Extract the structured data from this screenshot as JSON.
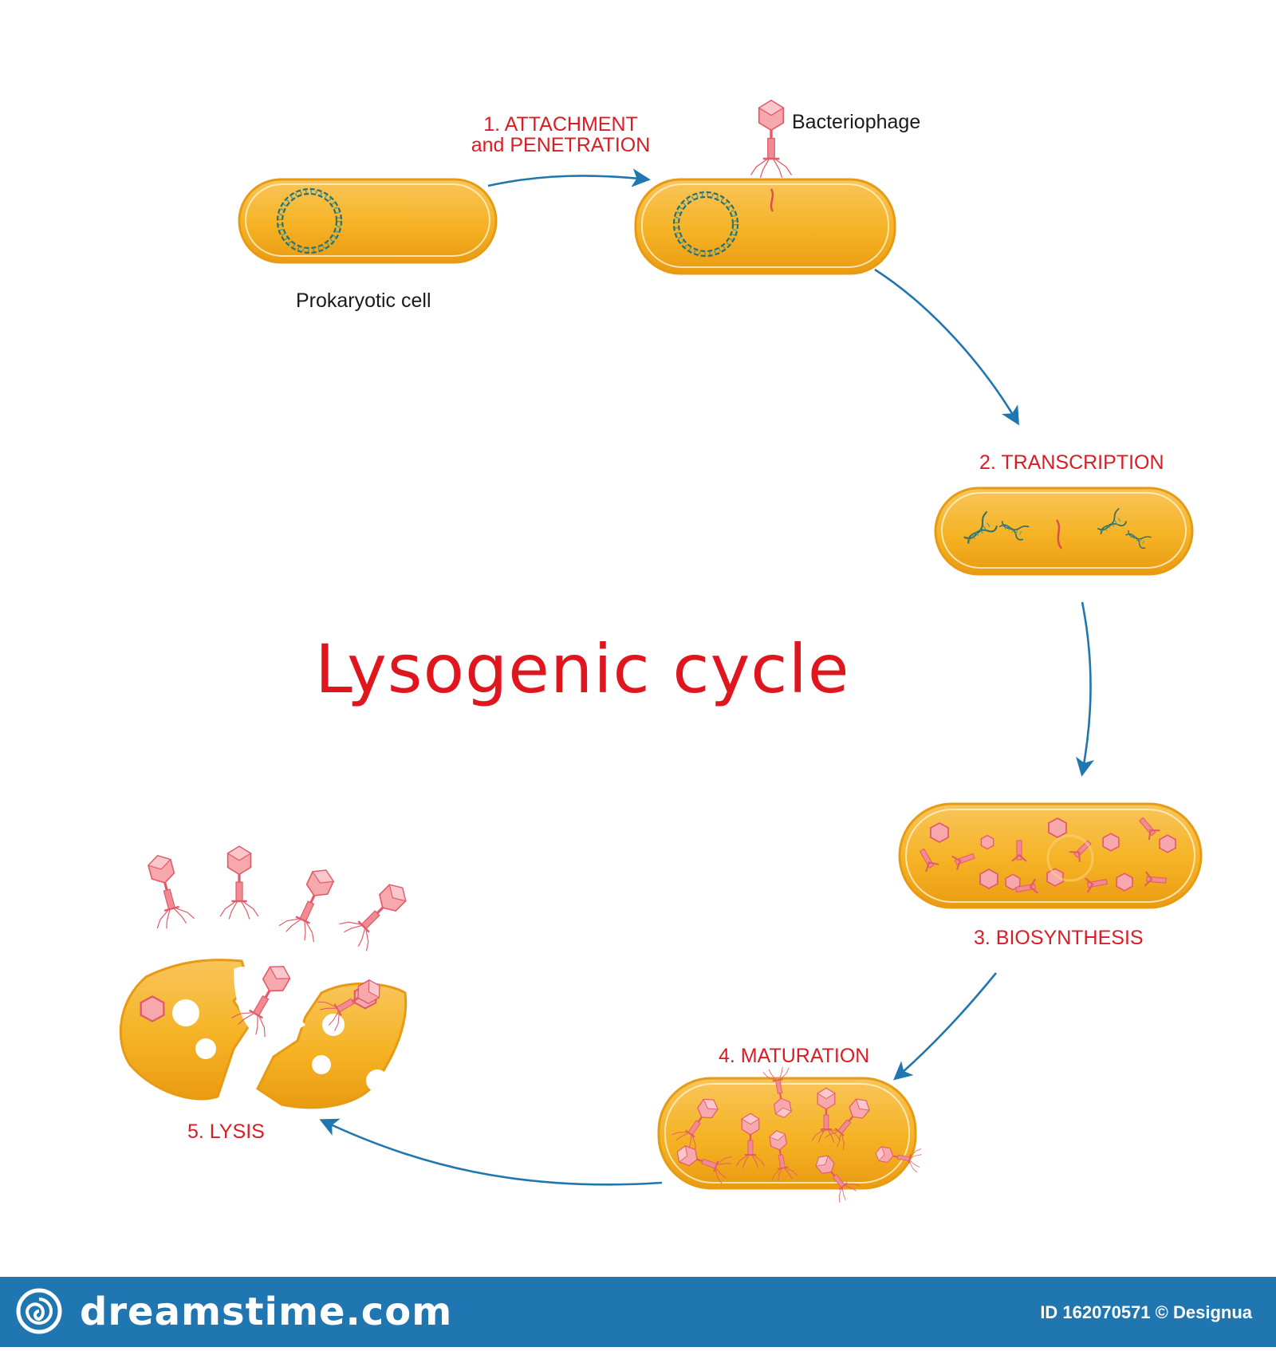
{
  "diagram": {
    "title": "Lysogenic cycle",
    "labels": {
      "prokaryotic_cell": "Prokaryotic cell",
      "bacteriophage": "Bacteriophage",
      "step1_line1": "1. ATTACHMENT",
      "step1_line2": "and PENETRATION",
      "step2": "2. TRANSCRIPTION",
      "step3": "3. BIOSYNTHESIS",
      "step4": "4. MATURATION",
      "step5": "5. LYSIS"
    },
    "colors": {
      "title": "#e0161e",
      "step_label": "#d91d25",
      "cell_fill": "#f5b324",
      "cell_outline": "#e79a14",
      "phage": "#f28a93",
      "dna_strand": "#2f6f6a",
      "arrow": "#1f76b0"
    }
  },
  "footer": {
    "brand": "dreamstime.com",
    "image_id": "ID 162070571 © Designua"
  }
}
